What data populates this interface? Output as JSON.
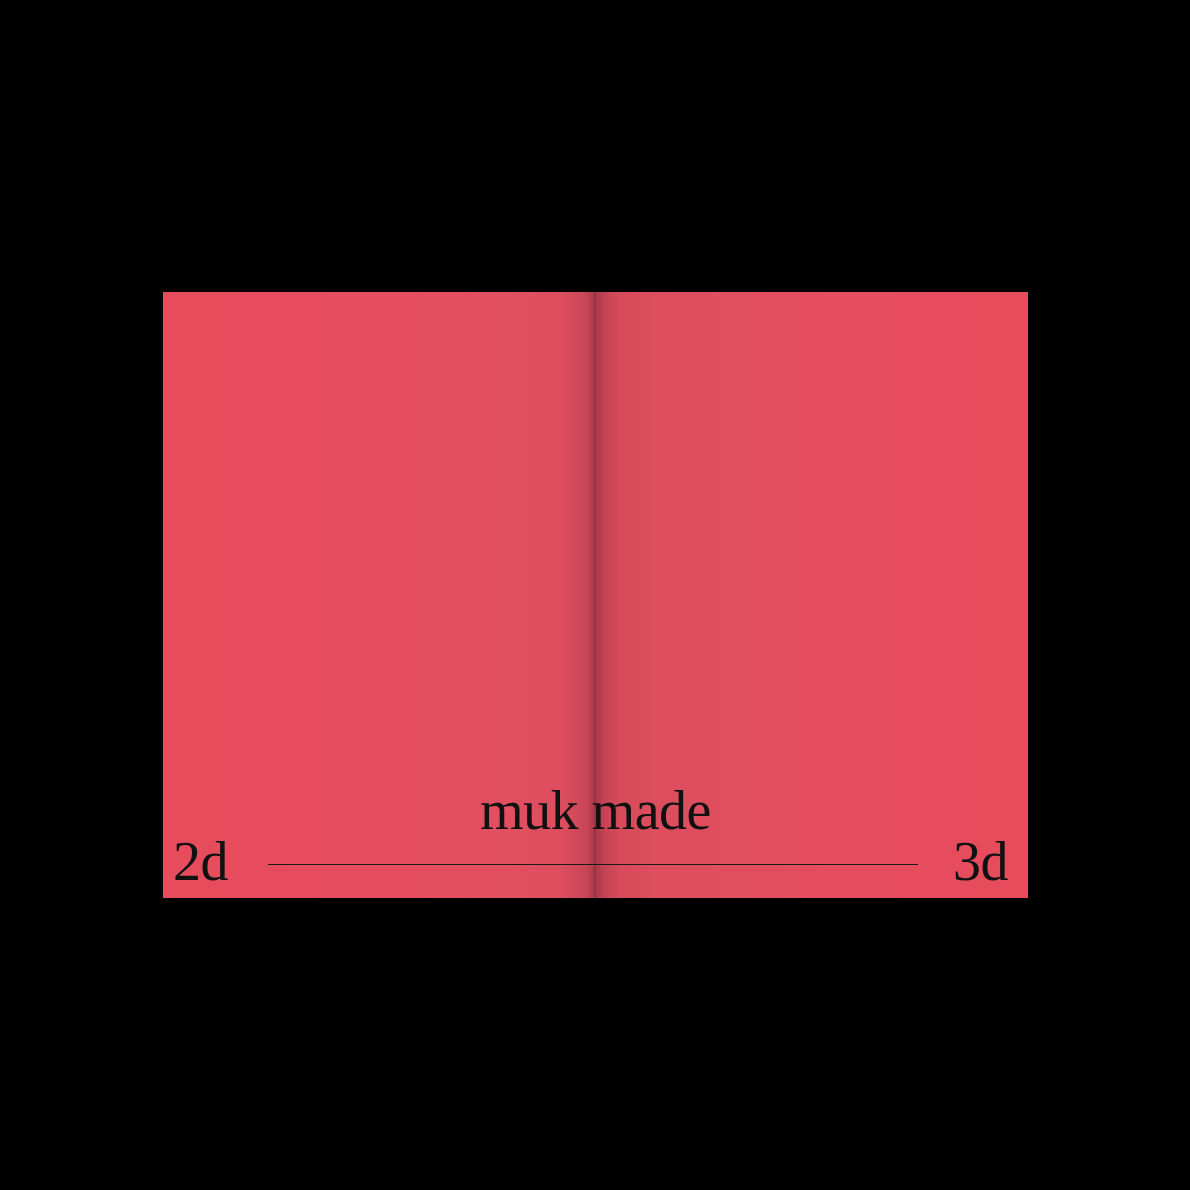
{
  "poster": {
    "title": "muk made",
    "left_label": "2d",
    "right_label": "3d"
  },
  "colors": {
    "background": "#000000",
    "page": "#e74c5d",
    "text": "#111111"
  }
}
